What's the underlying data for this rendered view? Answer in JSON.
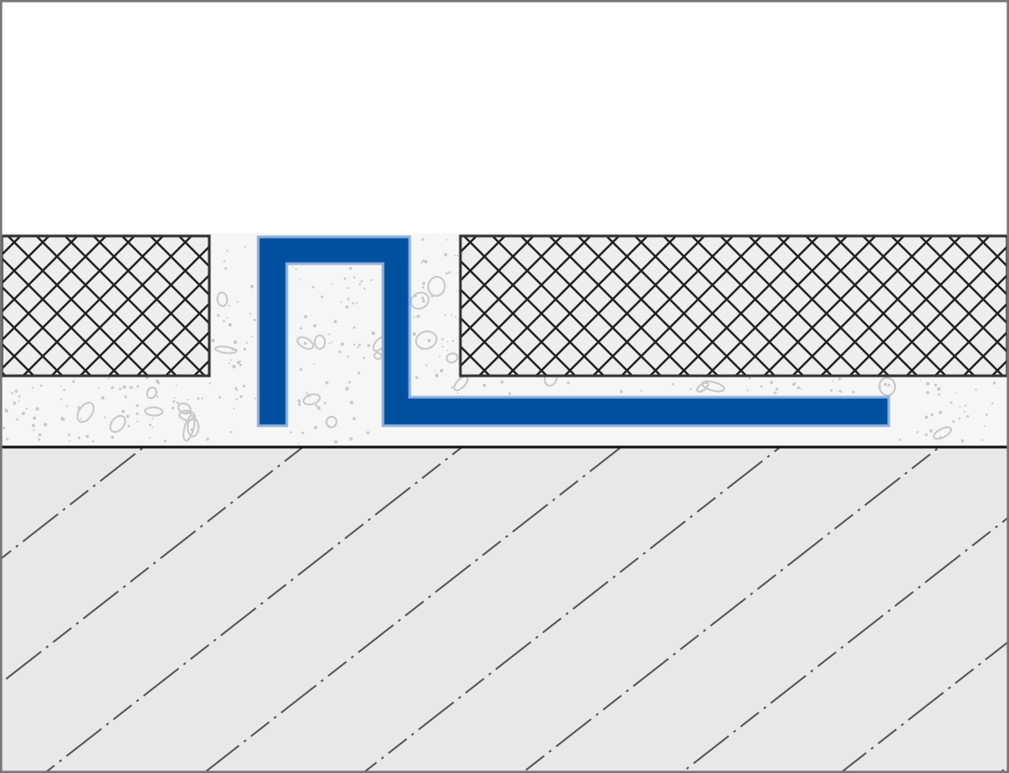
{
  "diagram": {
    "subject": "tile-edge-profile-cross-section",
    "colors": {
      "profile": "#0050a0",
      "profile_edge": "#8fb0dc",
      "tile_fill": "#eeeeee",
      "tile_hatch": "#222222",
      "mortar_fill": "#f6f6f6",
      "mortar_speck": "#c8c8c8",
      "substrate_fill": "#e8e8e8",
      "substrate_hatch": "#555555",
      "frame": "#777777"
    },
    "layers": [
      {
        "id": "tile-left",
        "pattern": "crosshatch"
      },
      {
        "id": "tile-right",
        "pattern": "crosshatch"
      },
      {
        "id": "mortar-bed",
        "pattern": "speckle"
      },
      {
        "id": "substrate",
        "pattern": "dash-dot-diagonal"
      },
      {
        "id": "profile",
        "pattern": "solid"
      }
    ]
  }
}
